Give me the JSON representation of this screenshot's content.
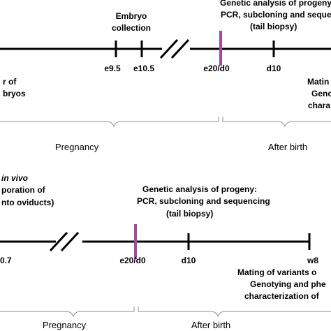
{
  "timeline_top": {
    "top_labels": {
      "embryo_collection_1": "Embryo",
      "embryo_collection_2": "collection",
      "genetic_1": "Genetic analysis of progeny",
      "genetic_2": "PCR, subcloning  and sequencing",
      "genetic_3": "(tail biopsy)"
    },
    "left_labels": {
      "line1": "r of",
      "line2": "bryos"
    },
    "right_labels": {
      "line1": "Matin",
      "line2": "Geno",
      "line3": "chara"
    },
    "tick_labels": {
      "e95": "e9.5",
      "e105": "e10.5",
      "e20": "e20/d0",
      "d10": "d10"
    },
    "phases": {
      "pregnancy": "Pregnancy",
      "after_birth": "After birth"
    }
  },
  "timeline_bottom": {
    "left_labels": {
      "line1": "in vivo",
      "line2": "poration of",
      "line3": "nto oviducts)"
    },
    "top_labels": {
      "genetic_1": "Genetic analysis of progeny:",
      "genetic_2": "PCR, subcloning  and sequencing",
      "genetic_3": "(tail biopsy)"
    },
    "tick_labels": {
      "e07": "0.7",
      "e20": "e20/d0",
      "d10": "d10",
      "w8": "w8"
    },
    "right_labels": {
      "line1": "Mating of variants o",
      "line2": "Genotying and phe",
      "line3": "characterization of"
    },
    "phases": {
      "pregnancy": "Pregnancy",
      "after_birth": "After birth"
    }
  },
  "colors": {
    "line": "#000000",
    "birth_marker": "#a349a4",
    "bracket": "#8c8c8c"
  }
}
